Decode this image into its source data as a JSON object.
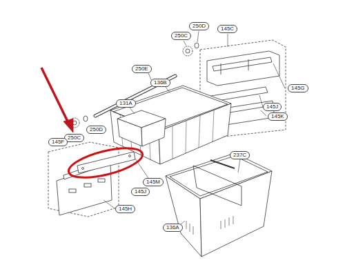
{
  "diagram": {
    "labels": [
      "250C",
      "250D",
      "145C",
      "250E",
      "136B",
      "145G",
      "145J",
      "145K",
      "131A",
      "250C",
      "250D",
      "145F",
      "237C",
      "145M",
      "145J",
      "145H",
      "136A"
    ]
  }
}
